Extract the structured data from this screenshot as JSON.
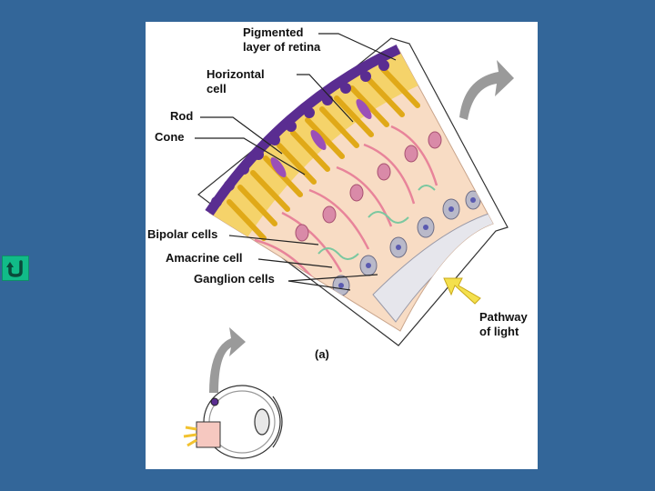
{
  "colors": {
    "background": "#336699",
    "nav_button": "#11bb88",
    "pigment": "#5a2d91",
    "photoreceptor": "#f2c230",
    "tissue": "#f8dcc4",
    "neuron_pink": "#e8849a",
    "ganglion_gray": "#b9b9c9",
    "arrow_light": "#f4e04d",
    "arrow_gray": "#9a9a9a"
  },
  "icons": {
    "back": "u-turn-arrow-icon"
  },
  "labels": {
    "pigmented_line1": "Pigmented",
    "pigmented_line2": "layer of retina",
    "horizontal_line1": "Horizontal",
    "horizontal_line2": "cell",
    "rod": "Rod",
    "cone": "Cone",
    "bipolar": "Bipolar cells",
    "amacrine": "Amacrine cell",
    "ganglion": "Ganglion cells",
    "pathway_line1": "Pathway",
    "pathway_line2": "of light",
    "panel": "(a)"
  }
}
